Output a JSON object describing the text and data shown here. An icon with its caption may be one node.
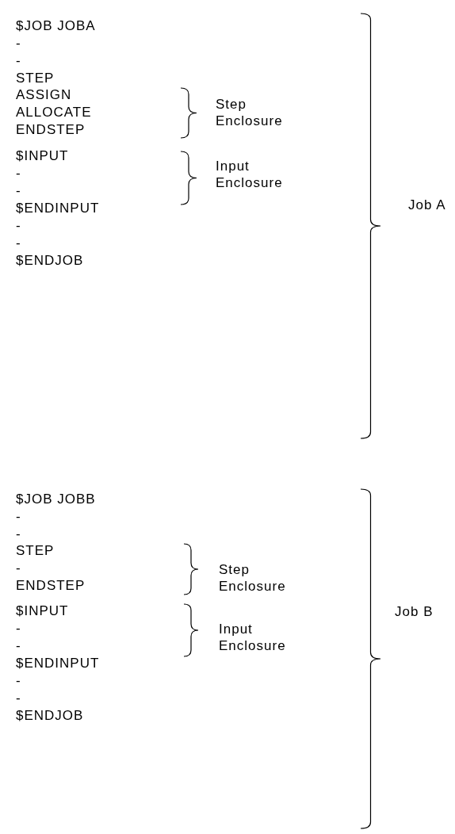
{
  "diagram": {
    "labels": [
      "$JOB JOBA",
      "-",
      "-",
      "STEP",
      "ASSIGN",
      "ALLOCATE",
      "ENDSTEP",
      "Step Enclosure",
      "$INPUT",
      "-",
      "-",
      "Input Enclosure",
      "$ENDINPUT",
      "Job A",
      "-",
      "-",
      "$ENDJOB",
      "$JOB JOBB",
      "-",
      "-",
      "STEP",
      "-",
      "Step Enclosure",
      "ENDSTEP",
      "$INPUT",
      "-",
      "-",
      "Input Enclosure",
      "Job B",
      "$ENDINPUT",
      "-",
      "-",
      "$ENDJOB"
    ]
  }
}
